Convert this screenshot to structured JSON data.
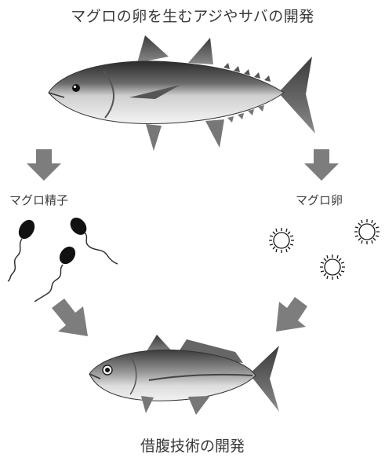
{
  "title": "マグロの卵を生むアジやサバの開発",
  "sperm_label": "マグロ精子",
  "egg_label": "マグロ卵",
  "bottom_label": "借腹技術の開発",
  "icons": {
    "tuna": "tuna-fish-icon",
    "mackerel": "horse-mackerel-fish-icon",
    "sperm": "sperm-icon",
    "egg": "egg-icon",
    "arrow": "arrow-icon"
  },
  "colors": {
    "arrow": "#7d7d7d",
    "text": "#3a3a3a"
  }
}
